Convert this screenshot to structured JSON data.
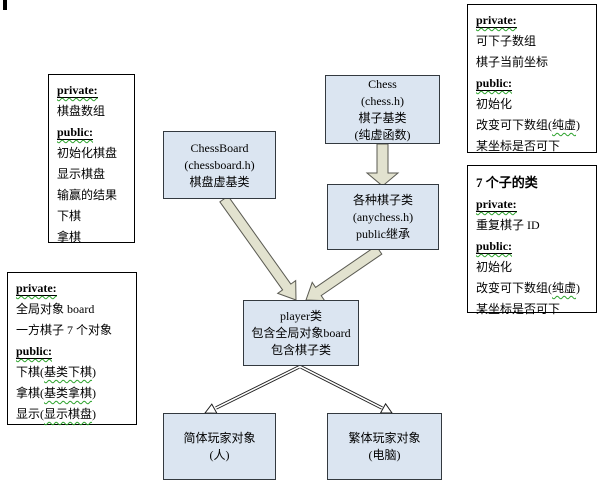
{
  "colors": {
    "class_box_fill": "#dbe5f1",
    "class_box_border": "#33393f",
    "arrow_fill": "#e2e2cf",
    "wavy_underline": "#2aa12a"
  },
  "classes": {
    "chessboard": {
      "l1": "ChessBoard",
      "l2": "(chessboard.h)",
      "l3": "棋盘虚基类"
    },
    "chess": {
      "l1": "Chess",
      "l2": "(chess.h)",
      "l3": "棋子基类",
      "l4": "(纯虚函数)"
    },
    "anychess": {
      "l1": "各种棋子类",
      "l2": "(anychess.h)",
      "l3": "public继承"
    },
    "player": {
      "l1": "player类",
      "l2": "包含全局对象board",
      "l3": "包含棋子类"
    },
    "player_simple": {
      "l1": "简体玩家对象",
      "l2": "(人)"
    },
    "player_traditional": {
      "l1": "繁体玩家对象",
      "l2": "(电脑)"
    }
  },
  "notes": {
    "board": {
      "l1": "private:",
      "l2": "棋盘数组",
      "l3": "public:",
      "l4": "初始化棋盘",
      "l5": "显示棋盘",
      "l6": "输赢的结果",
      "l7": "下棋",
      "l8": "拿棋"
    },
    "chess": {
      "l1": "private:",
      "l2": "可下子数组",
      "l3": "棋子当前坐标",
      "l4": "public:",
      "l5": "初始化",
      "l6pre": "改变可下数组(",
      "l6wavy": "纯虚",
      "l6post": ")",
      "l7": "某坐标是否可下"
    },
    "pieces": {
      "title": "7 个子的类",
      "l1": "private:",
      "l2": "重复棋子 ID",
      "l3": "public:",
      "l4": "初始化",
      "l5pre": "改变可下数组(",
      "l5wavy": "纯虚",
      "l5post": ")",
      "l6": "某坐标是否可下"
    },
    "player": {
      "l1": "private:",
      "l2": "全局对象 board",
      "l3": "一方棋子 7 个对象",
      "l4": "public:",
      "l5pre": "下棋(",
      "l5wavy": "基类下棋",
      "l5post": ")",
      "l6pre": "拿棋(",
      "l6wavy": "基类拿棋",
      "l6post": ")",
      "l7pre": "显示(",
      "l7wavy": "显示棋盘",
      "l7post": ")"
    }
  }
}
